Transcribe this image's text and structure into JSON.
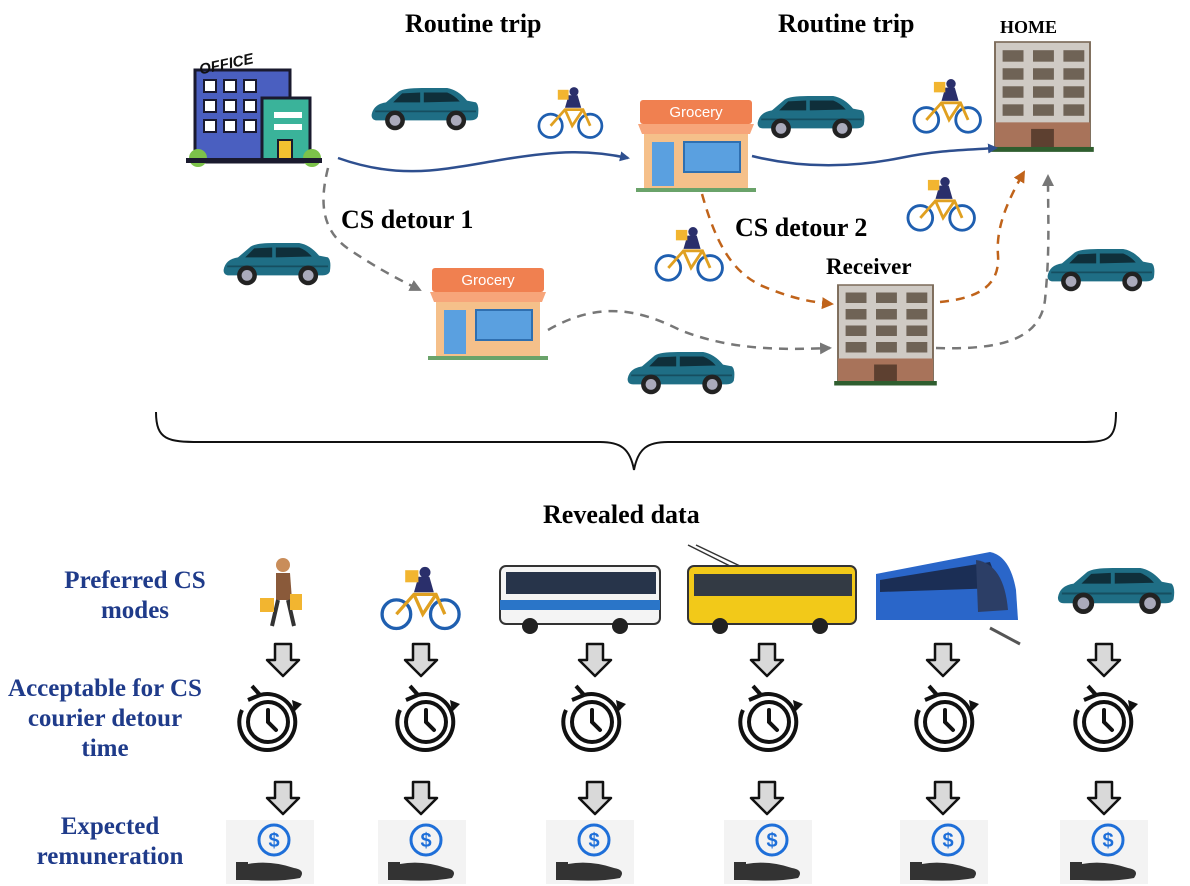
{
  "labels": {
    "routine_trip_1": "Routine trip",
    "routine_trip_2": "Routine trip",
    "home": "HOME",
    "office_sign": "OFFICE",
    "cs_detour_1": "CS detour 1",
    "cs_detour_2": "CS detour 2",
    "receiver": "Receiver",
    "grocery_1": "Grocery",
    "grocery_2": "Grocery",
    "revealed_data": "Revealed data"
  },
  "rows": {
    "preferred_modes": "Preferred CS modes",
    "acceptable_detour": "Acceptable for CS courier detour time",
    "expected_remuneration": "Expected remuneration"
  },
  "modes": [
    "walking",
    "bicycle",
    "bus",
    "trolleybus",
    "train",
    "car"
  ],
  "colors": {
    "routine_path": "#2e4f8f",
    "cs_detour_1_path": "#777777",
    "cs_detour_2_path": "#c0631a",
    "row_label_text": "#1f3b8a",
    "car_body": "#1f6e85",
    "coin": "#1e6fd9"
  },
  "icons": [
    "office-building-icon",
    "home-building-icon",
    "receiver-building-icon",
    "grocery-store-icon",
    "car-icon",
    "courier-bicycle-icon",
    "walking-person-icon",
    "bus-icon",
    "trolleybus-icon",
    "train-icon",
    "clock-icon",
    "down-arrow-icon",
    "money-hand-icon"
  ]
}
